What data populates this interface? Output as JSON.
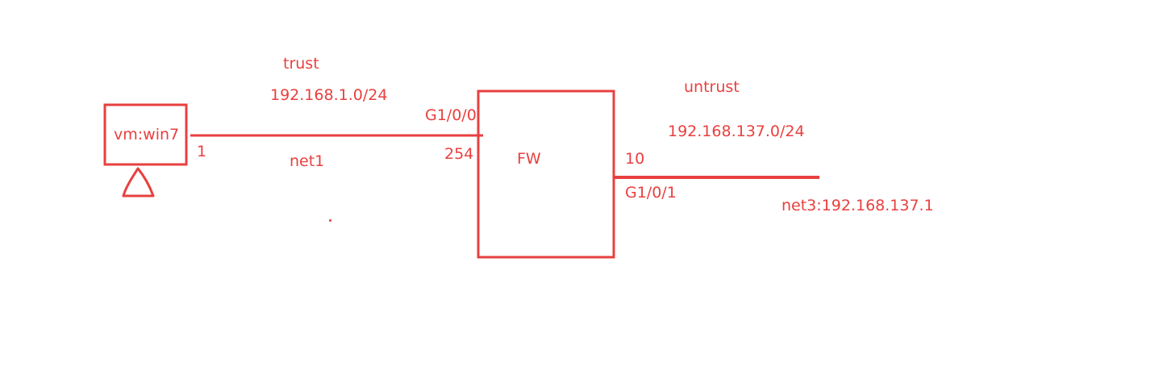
{
  "stroke_color": "#e8403f",
  "host": {
    "name": "vm:win7",
    "interface_ip": "1",
    "icon": "user-triangle-icon"
  },
  "trust_network": {
    "zone": "trust",
    "subnet": "192.168.1.0/24",
    "link_name": "net1"
  },
  "firewall": {
    "name": "FW",
    "inside_interface": "G1/0/0",
    "inside_ip": "254",
    "outside_interface": "G1/0/1",
    "outside_ip": "10"
  },
  "untrust_network": {
    "zone": "untrust",
    "subnet": "192.168.137.0/24",
    "gateway": "net3:192.168.137.1"
  }
}
